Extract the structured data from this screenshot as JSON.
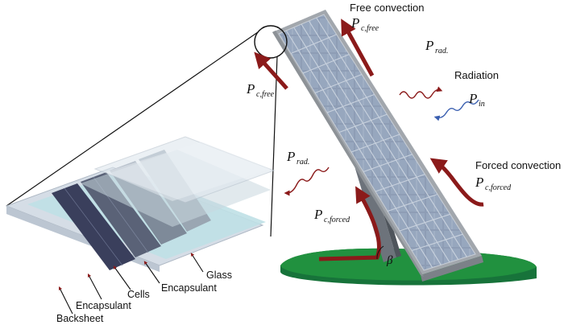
{
  "labels": {
    "free_convection": "Free convection",
    "radiation": "Radiation",
    "forced_convection": "Forced convection",
    "glass": "Glass",
    "encapsulant_top": "Encapsulant",
    "cells": "Cells",
    "encapsulant_bottom": "Encapsulant",
    "backsheet": "Backsheet"
  },
  "symbols": {
    "pc_free_top": {
      "main": "P",
      "sub": "c,free"
    },
    "pc_free_left": {
      "main": "P",
      "sub": "c,free"
    },
    "prad_right": {
      "main": "P",
      "sub": "rad."
    },
    "pin": {
      "main": "P",
      "sub": "in"
    },
    "prad_left": {
      "main": "P",
      "sub": "rad."
    },
    "pc_forced_right": {
      "main": "P",
      "sub": "c,forced"
    },
    "pc_forced_bottom": {
      "main": "P",
      "sub": "c,forced"
    },
    "tilt_angle": "β"
  },
  "colors": {
    "heat_arrow": "#8b1a1a",
    "radiation_in": "#3a5fb0",
    "panel": "#8d9fb8",
    "panel_frame": "#a9adb3",
    "ground": "#1f8a3e"
  }
}
